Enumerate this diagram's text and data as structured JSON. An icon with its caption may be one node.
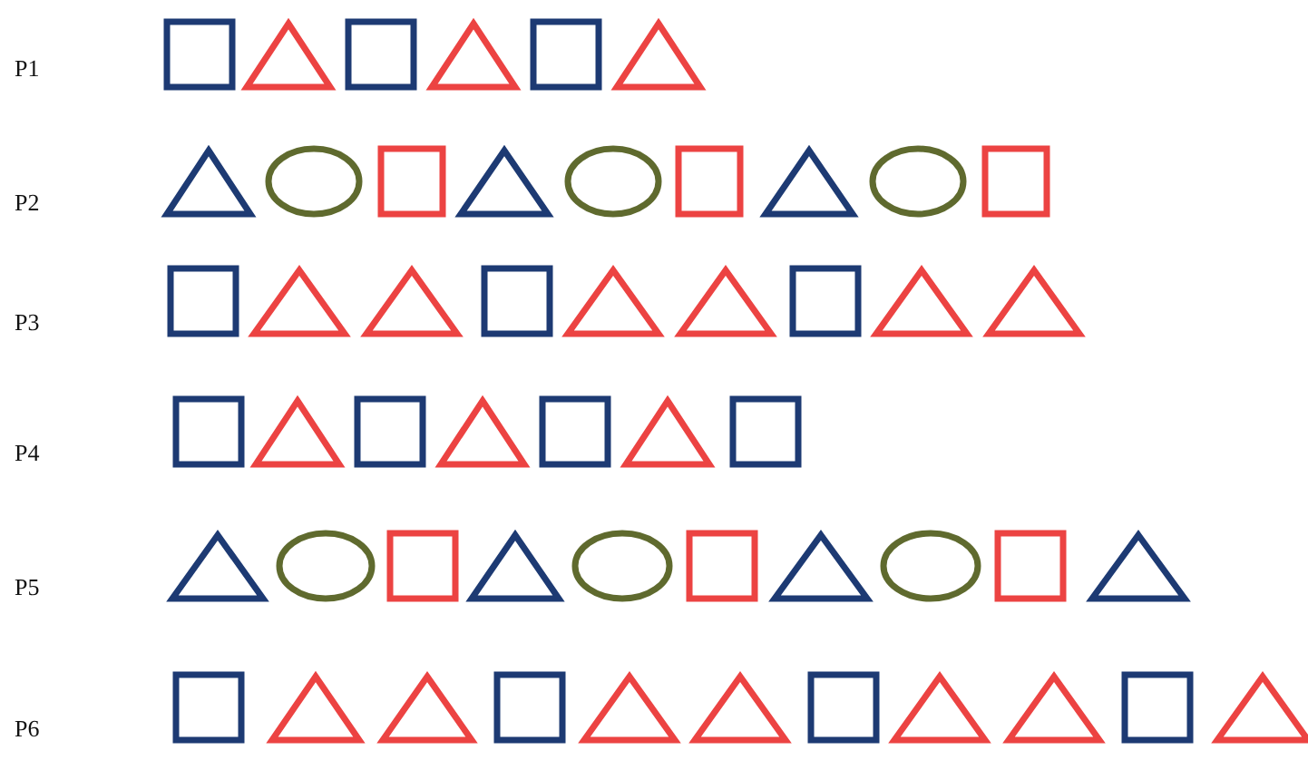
{
  "diagram": {
    "nodes": [
      {
        "text": [],
        "shape": "box"
      },
      {
        "text": [],
        "shape": "triangle"
      },
      {
        "text": [],
        "shape": "box"
      },
      {
        "text": [],
        "shape": "triangle"
      },
      {
        "text": [],
        "shape": "box"
      },
      {
        "text": [],
        "shape": "triangle"
      },
      {
        "text": [],
        "shape": "triangle"
      },
      {
        "text": [],
        "shape": "circle"
      },
      {
        "text": [],
        "shape": "box"
      },
      {
        "text": [],
        "shape": "triangle"
      },
      {
        "text": [],
        "shape": "circle"
      },
      {
        "text": [],
        "shape": "box"
      },
      {
        "text": [],
        "shape": "triangle"
      },
      {
        "text": [],
        "shape": "circle"
      },
      {
        "text": [],
        "shape": "box"
      },
      {
        "text": [],
        "shape": "box"
      },
      {
        "text": [],
        "shape": "triangle"
      },
      {
        "text": [],
        "shape": "triangle"
      },
      {
        "text": [],
        "shape": "box"
      },
      {
        "text": [],
        "shape": "triangle"
      },
      {
        "text": [],
        "shape": "triangle"
      },
      {
        "text": [],
        "shape": "box"
      },
      {
        "text": [],
        "shape": "triangle"
      },
      {
        "text": [],
        "shape": "triangle"
      },
      {
        "text": [],
        "shape": "box"
      },
      {
        "text": [],
        "shape": "triangle"
      },
      {
        "text": [],
        "shape": "box"
      },
      {
        "text": [],
        "shape": "triangle"
      },
      {
        "text": [],
        "shape": "box"
      },
      {
        "text": [],
        "shape": "triangle"
      },
      {
        "text": [],
        "shape": "box"
      },
      {
        "text": [],
        "shape": "triangle"
      },
      {
        "text": [],
        "shape": "circle"
      },
      {
        "text": [],
        "shape": "box"
      },
      {
        "text": [],
        "shape": "triangle"
      },
      {
        "text": [],
        "shape": "circle"
      },
      {
        "text": [],
        "shape": "box"
      },
      {
        "text": [],
        "shape": "triangle"
      },
      {
        "text": [],
        "shape": "circle"
      },
      {
        "text": [],
        "shape": "box"
      },
      {
        "text": [],
        "shape": "triangle"
      },
      {
        "text": [],
        "shape": "box"
      },
      {
        "text": [],
        "shape": "triangle"
      },
      {
        "text": [],
        "shape": "triangle"
      },
      {
        "text": [],
        "shape": "box"
      },
      {
        "text": [],
        "shape": "triangle"
      },
      {
        "text": [],
        "shape": "triangle"
      },
      {
        "text": [],
        "shape": "box"
      },
      {
        "text": [],
        "shape": "triangle"
      },
      {
        "text": [],
        "shape": "triangle"
      },
      {
        "text": [],
        "shape": "box"
      },
      {
        "text": [],
        "shape": "triangle"
      }
    ],
    "labels": [
      "P1",
      "P2",
      "P3",
      "P4",
      "P5",
      "P6"
    ]
  }
}
